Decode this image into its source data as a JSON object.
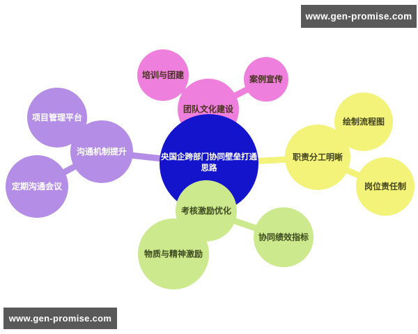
{
  "watermark": {
    "text": "www.gen-promise.com",
    "bar_color": "#595959",
    "text_color": "#ffffff"
  },
  "mindmap": {
    "center": {
      "label_line1": "央国企跨部门协同壁垒打通",
      "label_line2": "思路",
      "color": "#1414cc",
      "text_color": "#ffffff"
    },
    "branches": [
      {
        "name": "team-culture",
        "label": "团队文化建设",
        "color": "#ee7fdc",
        "text_color": "#47301f",
        "children": [
          {
            "label": "培训与团建"
          },
          {
            "label": "案例宣传"
          }
        ]
      },
      {
        "name": "communication",
        "label": "沟通机制提升",
        "color": "#b48de6",
        "text_color": "#ffffff",
        "children": [
          {
            "label": "项目管理平台"
          },
          {
            "label": "定期沟通会议"
          }
        ]
      },
      {
        "name": "responsibility",
        "label": "职责分工明晰",
        "color": "#f3f37a",
        "text_color": "#45451f",
        "children": [
          {
            "label": "绘制流程图"
          },
          {
            "label": "岗位责任制"
          }
        ]
      },
      {
        "name": "incentive",
        "label": "考核激励优化",
        "color": "#cde98d",
        "text_color": "#3c4a1e",
        "children": [
          {
            "label": "物质与精神激励"
          },
          {
            "label": "协同绩效指标"
          }
        ]
      }
    ]
  }
}
